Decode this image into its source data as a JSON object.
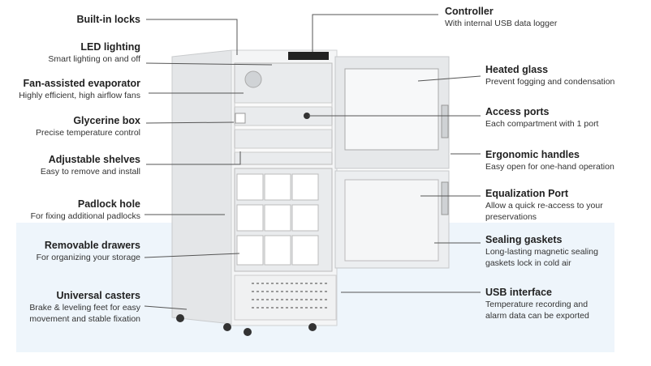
{
  "left_features": [
    {
      "title": "Built-in locks",
      "desc": ""
    },
    {
      "title": "LED lighting",
      "desc": "Smart lighting on and off"
    },
    {
      "title": "Fan-assisted evaporator",
      "desc": "Highly efficient, high airflow fans"
    },
    {
      "title": "Glycerine box",
      "desc": "Precise temperature control"
    },
    {
      "title": "Adjustable shelves",
      "desc": "Easy to remove and install"
    },
    {
      "title": "Padlock hole",
      "desc": "For fixing additional padlocks"
    },
    {
      "title": "Removable drawers",
      "desc": "For organizing your storage"
    },
    {
      "title": "Universal casters",
      "desc": "Brake & leveling feet for easy movement and stable fixation"
    }
  ],
  "right_features": [
    {
      "title": "Controller",
      "desc": "With internal USB data logger"
    },
    {
      "title": "Heated glass",
      "desc": "Prevent fogging and condensation"
    },
    {
      "title": "Access ports",
      "desc": "Each compartment with 1 port"
    },
    {
      "title": "Ergonomic handles",
      "desc": "Easy open for one-hand operation"
    },
    {
      "title": "Equalization Port",
      "desc": "Allow a quick re-access to your preservations"
    },
    {
      "title": "Sealing gaskets",
      "desc": "Long-lasting magnetic sealing gaskets lock in cold air"
    },
    {
      "title": "USB interface",
      "desc": "Temperature recording and alarm data can be exported"
    }
  ],
  "colors": {
    "panel_bg": "#eef5fb",
    "line": "#555555",
    "dot": "#2a8a9a"
  }
}
